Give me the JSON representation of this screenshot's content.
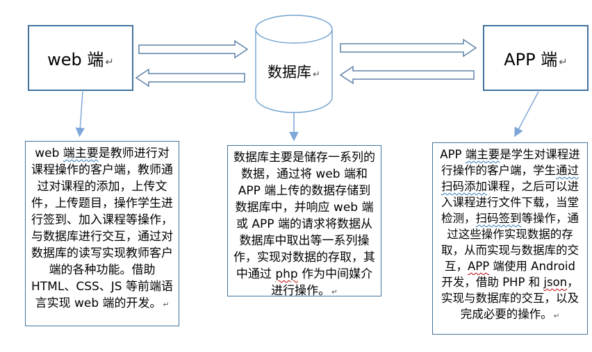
{
  "colors": {
    "background": "#ffffff",
    "node_border": "#41719c",
    "desc_border": "#41719c",
    "cylinder_stroke": "#6fa0cf",
    "block_arrow_stroke": "#5b82a8",
    "connector": "#7ea6d8",
    "wavy_blue": "#2e75b6",
    "wavy_red": "#c00000",
    "text": "#000000"
  },
  "nodes": {
    "web": {
      "title": [
        {
          "text": "web 端"
        },
        {
          "text": "↵",
          "style": "pilcrow"
        }
      ]
    },
    "database": {
      "title": [
        {
          "text": "数据库"
        },
        {
          "text": "↵",
          "style": "pilcrow"
        }
      ]
    },
    "app": {
      "title": [
        {
          "text": "APP 端"
        },
        {
          "text": "↵",
          "style": "pilcrow"
        }
      ]
    }
  },
  "descriptions": {
    "web": {
      "segments": [
        {
          "text": "web "
        },
        {
          "text": "端主要",
          "underline": "blue"
        },
        {
          "text": "是教师进行对课程操作的客户端，教师通过对课程的添加，上传文件，上传题目，操作学生进行签到、加入课程等操作，与数据库进行交互，通过对数据库的读写实现教师客户端的各种功能。借助 HTML、CSS、JS 等前端语言实现 web 端的开发。"
        },
        {
          "text": "↵",
          "style": "pilcrow"
        }
      ]
    },
    "database": {
      "segments": [
        {
          "text": "数据库主要是储存一系列的数据，通过将 web 端和 APP 端上传的数据存储到数据库中，并响应 web 端或 APP 端的请求将数据从数据库中取出等一系列操作，实现对数据的存取，其中通过 "
        },
        {
          "text": "php",
          "underline": "red"
        },
        {
          "text": " 作为中间媒介进行操作。"
        },
        {
          "text": "↵",
          "style": "pilcrow"
        }
      ]
    },
    "app": {
      "segments": [
        {
          "text": "APP "
        },
        {
          "text": "端主要",
          "underline": "blue"
        },
        {
          "text": "是学生对课程进行操作的客户端，学生"
        },
        {
          "text": "通过扫码添加",
          "underline": "blue"
        },
        {
          "text": "课程，之后可以进入课程进行文件下载，当堂检测，"
        },
        {
          "text": "扫码签到",
          "underline": "blue"
        },
        {
          "text": "等操作，通过这些操作实现数据的存取，从而实现与数据库的交互，"
        },
        {
          "text": "APP",
          "underline": "red"
        },
        {
          "text": " 端使用 Android 开发，借助 PHP 和 "
        },
        {
          "text": "json",
          "underline": "red"
        },
        {
          "text": "，实现与数据库的交互，以及完成必要的操作。"
        },
        {
          "text": "↵",
          "style": "pilcrow"
        }
      ]
    }
  }
}
